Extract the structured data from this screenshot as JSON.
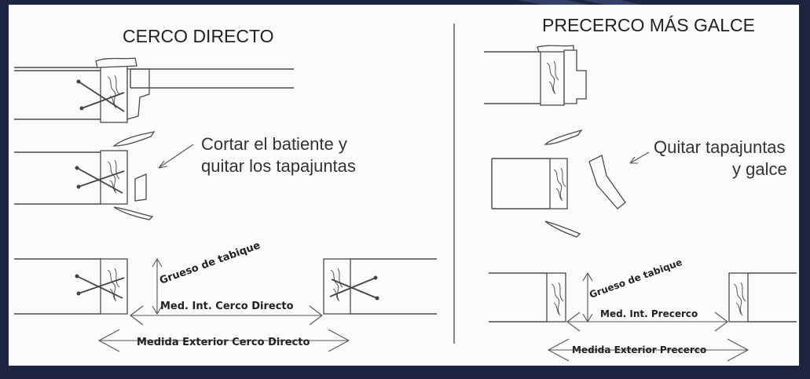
{
  "left_panel": {
    "title": "CERCO DIRECTO",
    "note_line1": "Cortar el batiente y",
    "note_line2": "quitar los tapajuntas",
    "label_grueso": "Grueso de tabique",
    "label_med_int": "Med. Int. Cerco Directo",
    "label_med_ext": "Medida Exterior Cerco Directo"
  },
  "right_panel": {
    "title": "PRECERCO MÁS GALCE",
    "note_line1": "Quitar tapajuntas",
    "note_line2": "y galce",
    "label_grueso": "Grueso de tabique",
    "label_med_int": "Med. Int. Precerco",
    "label_med_ext": "Medida Exterior Precerco"
  },
  "colors": {
    "frame": "#1d2540",
    "paper": "#fbfbfb",
    "line": "#4a4a4a"
  }
}
